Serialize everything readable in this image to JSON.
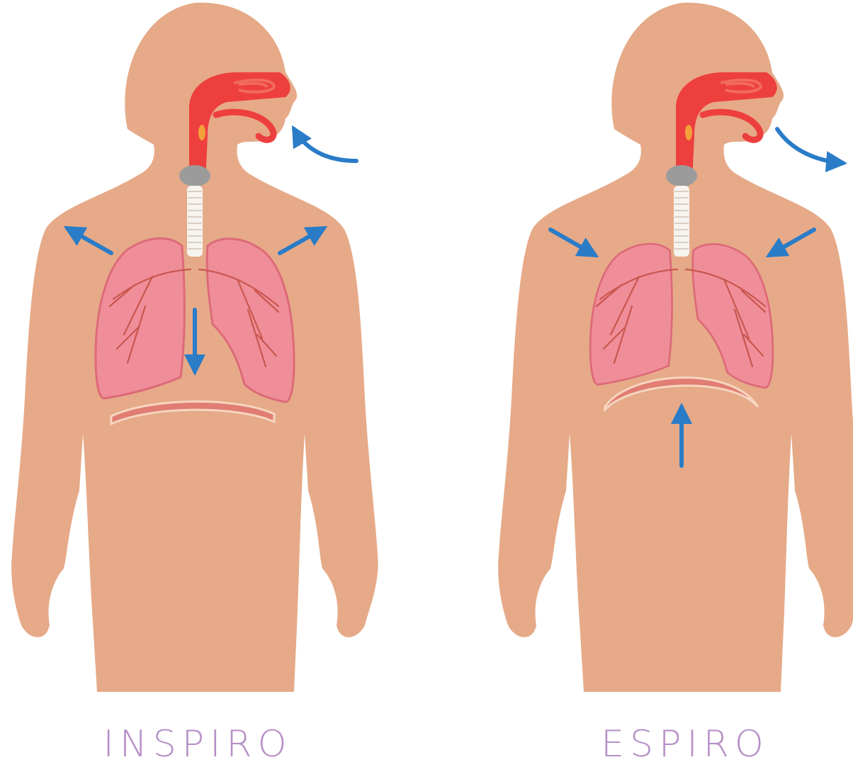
{
  "panels": [
    {
      "label": "INSPIRO",
      "phase": "inhalation",
      "diaphragm_state": "flat",
      "airflow_at_mouth": "in",
      "chest_wall_motion": "outward",
      "diaphragm_motion": "down"
    },
    {
      "label": "ESPIRO",
      "phase": "exhalation",
      "diaphragm_state": "domed",
      "airflow_at_mouth": "out",
      "chest_wall_motion": "inward",
      "diaphragm_motion": "up"
    }
  ],
  "colors": {
    "background": "#ffffff",
    "skin": "#e6aa88",
    "airway": "#ee3f3f",
    "airway_light": "#f26a5e",
    "epiglottis": "#f4a13a",
    "larynx": "#9b9b9b",
    "trachea": "#f7f3ee",
    "lung_fill": "#ef8e99",
    "lung_stroke": "#dd6a78",
    "bronchi": "#c9574f",
    "diaphragm": "#e17d73",
    "diaphragm_edge": "#f6d6c0",
    "arrow": "#2a7cc7",
    "label": "#b690c6"
  }
}
